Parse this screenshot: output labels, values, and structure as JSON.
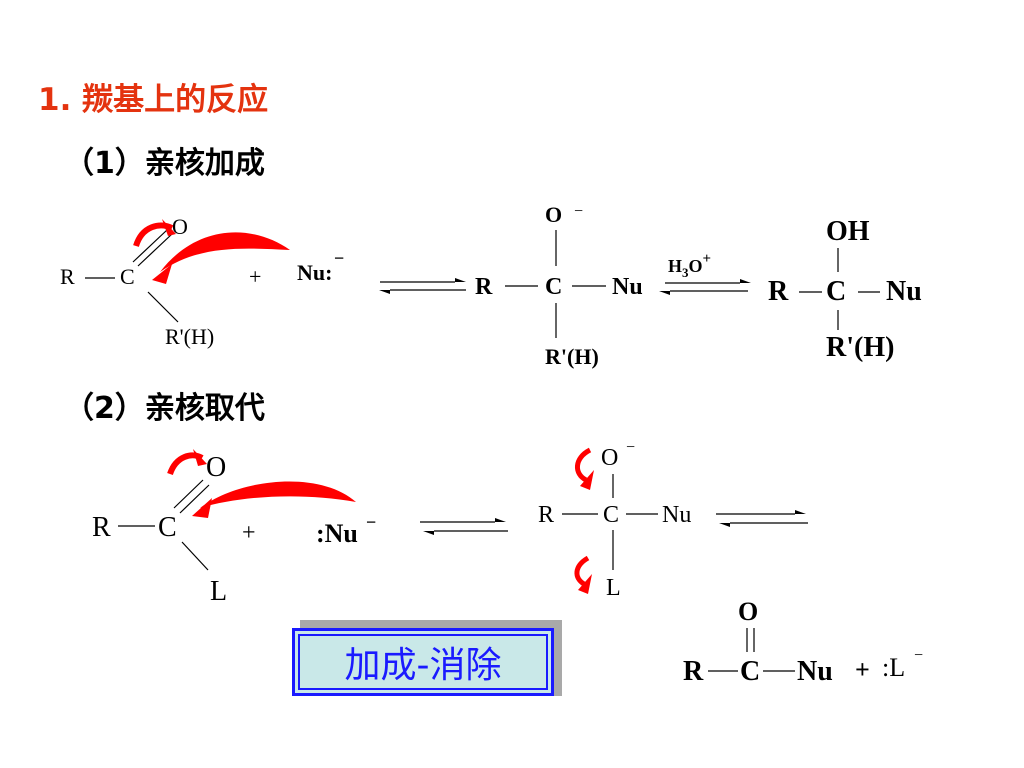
{
  "headings": {
    "section1": "1. 羰基上的反应",
    "sub1": "（1）亲核加成",
    "sub2": "（2）亲核取代"
  },
  "addition": {
    "reactant": {
      "r": "R",
      "c": "C",
      "o": "O",
      "rp": "R'(H)",
      "plus": "+",
      "nu": "Nu:",
      "charge": "−"
    },
    "intermediate": {
      "o": "O",
      "charge": "−",
      "r": "R",
      "c": "C",
      "nu": "Nu",
      "rp": "R'(H)"
    },
    "reagent": {
      "base": "H",
      "sub": "3",
      "o": "O",
      "sup": "+"
    },
    "product": {
      "oh": "OH",
      "r": "R",
      "c": "C",
      "nu": "Nu",
      "rp": "R'(H)"
    }
  },
  "substitution": {
    "reactant": {
      "r": "R",
      "c": "C",
      "o": "O",
      "l": "L",
      "plus": "+",
      "nu": ":Nu",
      "charge": "−"
    },
    "intermediate": {
      "o": "O",
      "charge": "−",
      "r": "R",
      "c": "C",
      "nu": "Nu",
      "l": "L"
    },
    "product": {
      "o": "O",
      "r": "R",
      "c": "C",
      "nu": "Nu",
      "plus": "+",
      "l": ":L",
      "charge": "−"
    }
  },
  "badge": {
    "label": "加成-消除"
  },
  "colors": {
    "heading": "#e4330f",
    "arrow": "#ff0000",
    "badge_text": "#1a1aff",
    "badge_fill": "#c9e8e8"
  }
}
